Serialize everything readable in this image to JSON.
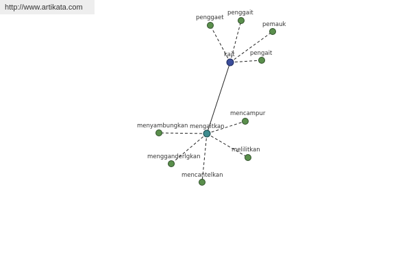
{
  "watermark": {
    "url": "http://www.artikata.com"
  },
  "graph": {
    "hub_kait": "kait",
    "hub_mengaitkan": "mengaitkan",
    "kait_related": [
      "penggaet",
      "penggait",
      "pemauk",
      "pengait"
    ],
    "mengaitkan_related": [
      "mencampur",
      "menyambungkan",
      "melilitkan",
      "mengganderlgkan",
      "mencantelkan"
    ]
  },
  "colors": {
    "leaf": "#5a8f4c",
    "hub_kait": "#3b4d9b",
    "hub_mengaitkan": "#3e8c8f"
  }
}
